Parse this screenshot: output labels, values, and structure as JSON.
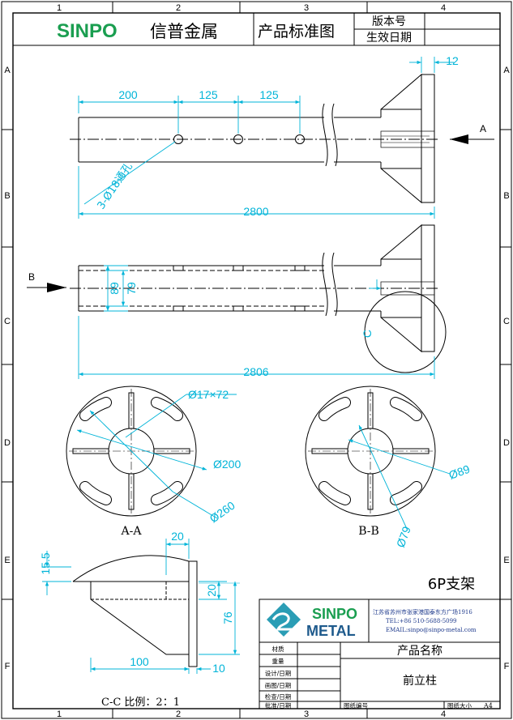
{
  "header": {
    "brand": "SINPO",
    "company_cn": "信普金属",
    "doc_type": "产品标准图",
    "version_label": "版本号",
    "effective_label": "生效日期"
  },
  "grid": {
    "cols": [
      "1",
      "2",
      "3",
      "4"
    ],
    "rows": [
      "A",
      "B",
      "C",
      "D",
      "E",
      "F"
    ]
  },
  "top_view": {
    "dims": [
      "200",
      "125",
      "125",
      "12",
      "2800"
    ],
    "hole_note": "3-Ø18通孔",
    "view_arrow": "A"
  },
  "side_view": {
    "dims": [
      "89",
      "79",
      "2806"
    ],
    "view_arrow": "B",
    "detail_label": "C"
  },
  "section_aa": {
    "label": "A-A",
    "dims": [
      "Ø17×72",
      "Ø200",
      "Ø260"
    ]
  },
  "section_bb": {
    "label": "B-B",
    "dims": [
      "Ø89",
      "Ø79"
    ]
  },
  "detail_cc": {
    "label": "C-C 比例：2：1",
    "dims": [
      "15.5",
      "20",
      "20",
      "76",
      "100",
      "10"
    ]
  },
  "title_block": {
    "product_title": "6P支架",
    "logo_word1": "SINPO",
    "logo_word2": "METAL",
    "address": "江苏省苏州市张家港国泰东方广场1916",
    "tel": "TEL:+86 510-5688-5099",
    "email": "EMAIL:sinpo@sinpo-metal.com",
    "fields": [
      "材质",
      "重量",
      "设计/日期",
      "画图/日期",
      "检查/日期",
      "批准/日期"
    ],
    "product_name_label": "产品名称",
    "product_name": "前立柱",
    "drawing_no_label": "图纸编号",
    "paper_size_label": "图纸大小",
    "paper_size": "A4"
  },
  "colors": {
    "line": "#000000",
    "dimension": "#00b4d8",
    "brand_green": "#1a9e50",
    "logo_blue": "#1e5a8c",
    "logo_teal": "#2a9db5"
  }
}
